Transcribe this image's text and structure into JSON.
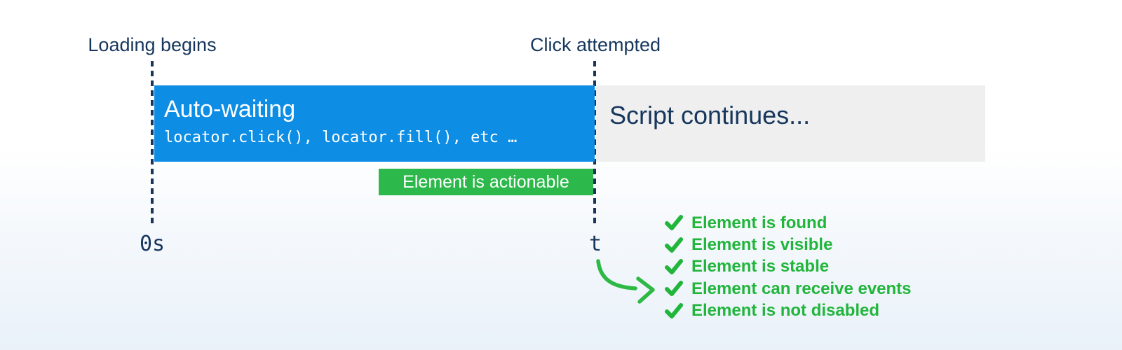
{
  "colors": {
    "background_top": "#ffffff",
    "background_bottom": "#e9f1f9",
    "navy": "#16365c",
    "blue": "#0d8de4",
    "gray": "#efefef",
    "green": "#22b53c",
    "badge_green": "#2cb84a",
    "arrow_green": "#2db944"
  },
  "timeline": {
    "start_event": "Loading begins",
    "end_event": "Click attempted",
    "start_tick": "0s",
    "end_tick": "t",
    "auto_waiting": {
      "title": "Auto-waiting",
      "code": "locator.click(), locator.fill(), etc …"
    },
    "script_continues": "Script continues...",
    "badge": "Element is actionable"
  },
  "checklist": {
    "items": [
      {
        "label": "Element is found"
      },
      {
        "label": "Element is visible"
      },
      {
        "label": "Element is stable"
      },
      {
        "label": "Element can receive events"
      },
      {
        "label": "Element is not disabled"
      }
    ]
  },
  "icons": {
    "checkmark": "check-icon (green check glyph)",
    "arrow": "curved-arrow-icon (green curved arrow pointing to checklist)"
  }
}
